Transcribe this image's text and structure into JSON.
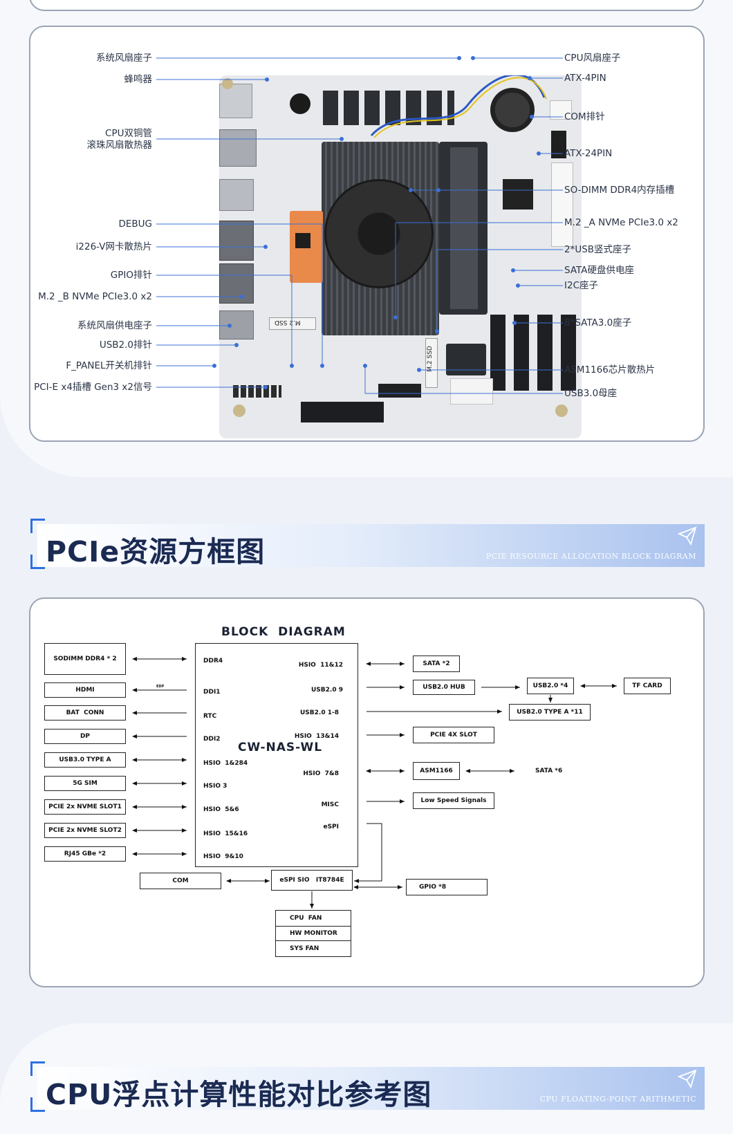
{
  "board_photo": {
    "left_labels": [
      "系统风扇座子",
      "蜂鸣器",
      "CPU双铜管",
      "滚珠风扇散热器",
      "DEBUG",
      "i226-V网卡散热片",
      "GPIO排针",
      "M.2 _B NVMe PCIe3.0 x2",
      "系统风扇供电座子",
      "USB2.0排针",
      "F_PANEL开关机排针",
      "PCI-E x4插槽 Gen3 x2信号"
    ],
    "right_labels": [
      "CPU风扇座子",
      "ATX-4PIN",
      "COM排针",
      "ATX-24PIN",
      "SO-DIMM DDR4内存插槽",
      "M.2 _A NVMe PCIe3.0 x2",
      "2*USB竖式座子",
      "SATA硬盘供电座",
      "I2C座子",
      "8*SATA3.0座子",
      "ASM1166芯片散热片",
      "USB3.0母座"
    ],
    "silk_m2_b": "M.2 SSD",
    "silk_m2_a": "M.2 SSD"
  },
  "section_pcie": {
    "title": "PCIe资源方框图",
    "subtitle": "PCIE RESOURCE ALLOCATION BLOCK DIAGRAM"
  },
  "block_diagram": {
    "title": "BLOCK  DIAGRAM",
    "chip": "CW-NAS-WL",
    "left_boxes": [
      "SODIMM DDR4 * 2",
      "HDMI",
      "BAT  CONN",
      "DP",
      "USB3.0 TYPE A",
      "5G SIM",
      "PCIE 2x NVME SLOT1",
      "PCIE 2x NVME SLOT2",
      "RJ45 GBe *2"
    ],
    "edp_label": "EDP",
    "chip_left_ports": [
      "DDR4",
      "DDI1",
      "RTC",
      "DDI2",
      "HSIO  1&284",
      "HSIO 3",
      "HSIO  5&6",
      "HSIO  15&16",
      "HSIO  9&10"
    ],
    "chip_right_ports": [
      "HSIO  11&12",
      "USB2.0 9",
      "USB2.0 1-8",
      "HSIO  13&14",
      "HSIO  7&8",
      "MISC",
      "eSPI"
    ],
    "right_boxes": [
      "SATA *2",
      "USB2.0 HUB",
      "USB2.0 *4",
      "TF CARD",
      "USB2.0 TYPE A *11",
      "PCIE 4X SLOT",
      "ASM1166",
      "Low Speed Signals"
    ],
    "sata6": "SATA *6",
    "com": "COM",
    "espi_sio": "eSPI SIO   IT8784E",
    "gpio": "GPIO *8",
    "stack": [
      "CPU  FAN",
      "HW MONITOR",
      "SYS FAN"
    ]
  },
  "section_cpu": {
    "title": "CPU浮点计算性能对比参考图",
    "subtitle": "CPU FLOATING-POINT ARITHMETIC"
  }
}
